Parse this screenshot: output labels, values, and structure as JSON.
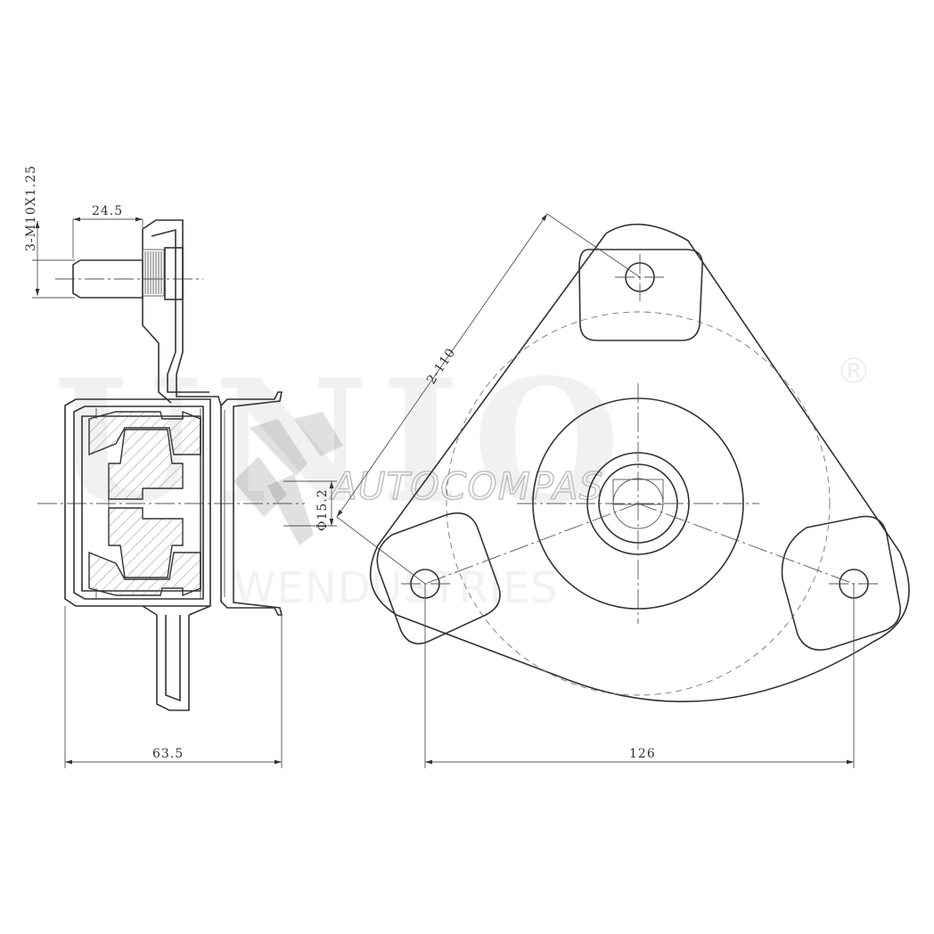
{
  "dimensions": {
    "thread": "3-M10X1.25",
    "stud_length": "24.5",
    "bore_diameter": "Φ15.2",
    "height": "63.5",
    "bolt_circle": "2-110",
    "width": "126"
  },
  "watermark": {
    "brand": "UNIO",
    "registered": "®",
    "line1": "AUTOCOMPAS",
    "line2": "WENDUSTRIES"
  }
}
